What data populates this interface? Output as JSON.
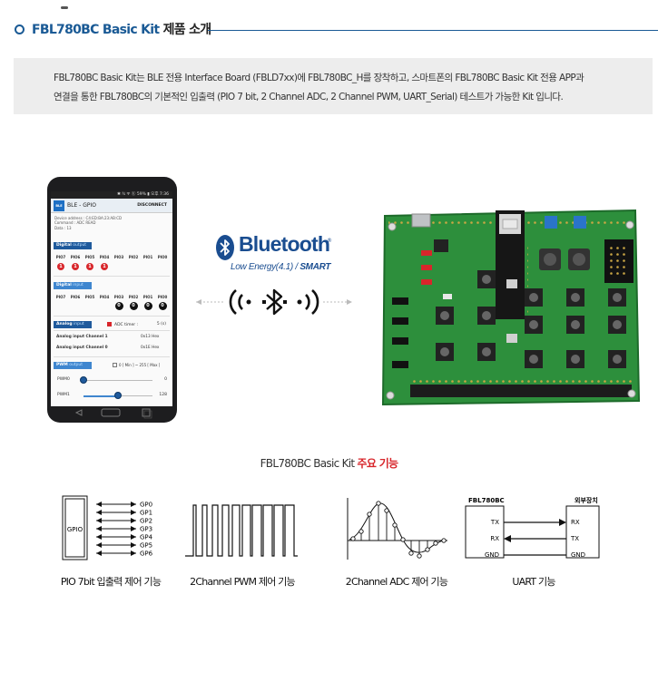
{
  "header": {
    "title_en": "FBL780BC Basic Kit",
    "title_ko": "제품 소개"
  },
  "description": {
    "line1": "FBL780BC  Basic Kit는 BLE 전용 Interface Board (FBLD7xx)에 FBL780BC_H를 장착하고,  스마트폰의 FBL780BC Basic Kit 전용 APP과",
    "line2": "연결을 통한 FBL780BC의 기본적인 입출력 (PIO 7 bit, 2 Channel ADC, 2 Channel PWM, UART_Serial) 테스트가 가능한 Kit 입니다."
  },
  "phone": {
    "status": "✱ ℕ ᯤ ⓑ 59% ▮ 오후 7:36",
    "app_logo": "BLE",
    "app_title": "BLE - GPIO",
    "disconnect": "DISCONNECT",
    "device_lines": [
      "Device address : C4:ED:BA:23:AB:CD",
      "Command : ADC READ",
      "Data : 13"
    ],
    "digital_output": {
      "k": "Digital",
      "s": "output"
    },
    "digital_input": {
      "k": "Digital",
      "s": "input"
    },
    "analog_input": {
      "k": "Analog",
      "s": "input"
    },
    "pwm_output": {
      "k": "PWM",
      "s": "output"
    },
    "pio_labels": [
      "PIO7",
      "PIO6",
      "PIO5",
      "PIO4",
      "PIO3",
      "PIO2",
      "PIO1",
      "PIO0"
    ],
    "output_states": [
      "1",
      "1",
      "1",
      "1",
      "",
      "",
      "",
      ""
    ],
    "input_states": [
      "",
      "",
      "",
      "",
      "0",
      "0",
      "0",
      "0"
    ],
    "adc_timer_label": "ADC timer :",
    "adc_timer_value": "5  (s)",
    "adc_channels": [
      {
        "label": "Analog  input  Channel 1",
        "value": "0x13  Hex"
      },
      {
        "label": "Analog  input  Channel 0",
        "value": "0x1E  Hex"
      }
    ],
    "pwm_range": "0 [ Min ]  ~  255 [ Max ]",
    "pwm_channels": [
      {
        "label": "PWM0",
        "value": "0",
        "level": 0
      },
      {
        "label": "PWM1",
        "value": "128",
        "level": 0.5
      }
    ]
  },
  "bluetooth": {
    "word": "Bluetooth",
    "reg": "®",
    "sub_main": "Low Energy(4.1) / ",
    "sub_bold": "SMART"
  },
  "features": {
    "title_prefix": "FBL780BC Basic Kit ",
    "title_highlight": "주요 기능",
    "gpio": {
      "box_label": "GPIO",
      "pins": [
        "GP0",
        "GP1",
        "GP2",
        "GP3",
        "GP4",
        "GP5",
        "GP6"
      ],
      "caption": "PIO 7bit 입출력 제어 기능"
    },
    "pwm": {
      "caption": "2Channel PWM 제어 기능"
    },
    "adc": {
      "caption": "2Channel ADC 제어 기능"
    },
    "uart": {
      "left_title": "FBL780BC",
      "right_title": "외부장치",
      "left_pins": [
        "TX",
        "RX",
        "GND"
      ],
      "right_pins": [
        "RX",
        "TX",
        "GND"
      ],
      "caption": "UART 기능"
    }
  },
  "colors": {
    "accent_blue": "#1a5a95",
    "highlight_red": "#d8262b",
    "pcb_green": "#2d8f3c"
  }
}
